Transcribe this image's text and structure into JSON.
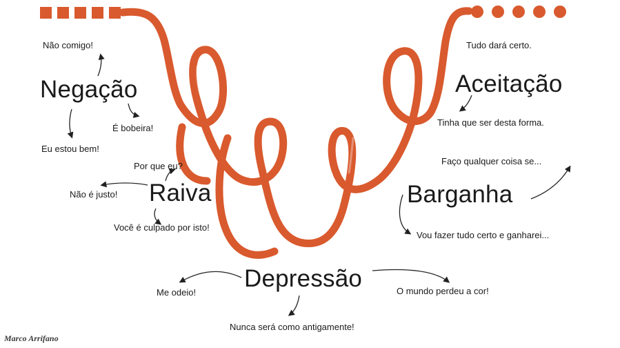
{
  "colors": {
    "ribbon": "#d95a2e",
    "text": "#1a1a1a",
    "arrow": "#222222"
  },
  "stages": {
    "negacao": "Negação",
    "raiva": "Raiva",
    "depressao": "Depressão",
    "barganha": "Barganha",
    "aceitacao": "Aceitação"
  },
  "phrases": {
    "nao_comigo": "Não comigo!",
    "e_bobeira": "É bobeira!",
    "eu_estou_bem": "Eu estou bem!",
    "por_que_eu": "Por que eu?",
    "nao_e_justo": "Não é justo!",
    "voce_e_culpado": "Você é culpado por isto!",
    "me_odeio": "Me odeio!",
    "nunca_sera": "Nunca será como antigamente!",
    "mundo_perdeu": "O mundo perdeu a cor!",
    "vou_fazer": "Vou fazer tudo certo e ganharei...",
    "faco_qualquer": "Faço qualquer coisa se...",
    "tinha_que_ser": "Tinha que ser desta forma.",
    "tudo_dara_certo": "Tudo dará certo."
  },
  "signature": "Marco Arrifano"
}
